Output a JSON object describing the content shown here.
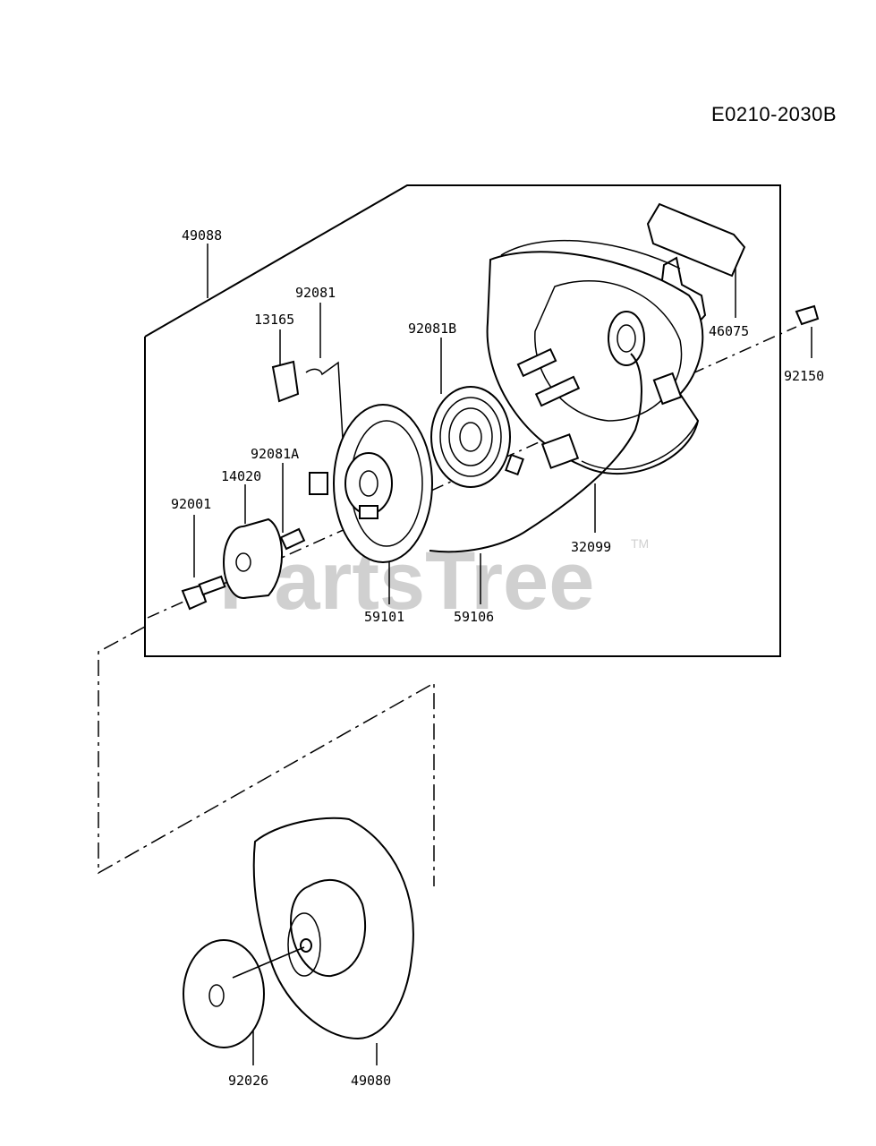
{
  "diagram_code": "E0210-2030B",
  "watermark": {
    "text": "PartsTree",
    "trademark": "TM"
  },
  "parts": [
    {
      "number": "49088"
    },
    {
      "number": "92081"
    },
    {
      "number": "13165"
    },
    {
      "number": "92081B"
    },
    {
      "number": "46075"
    },
    {
      "number": "92150"
    },
    {
      "number": "92081A"
    },
    {
      "number": "14020"
    },
    {
      "number": "92001"
    },
    {
      "number": "32099"
    },
    {
      "number": "59101"
    },
    {
      "number": "59106"
    },
    {
      "number": "92026"
    },
    {
      "number": "49080"
    }
  ]
}
